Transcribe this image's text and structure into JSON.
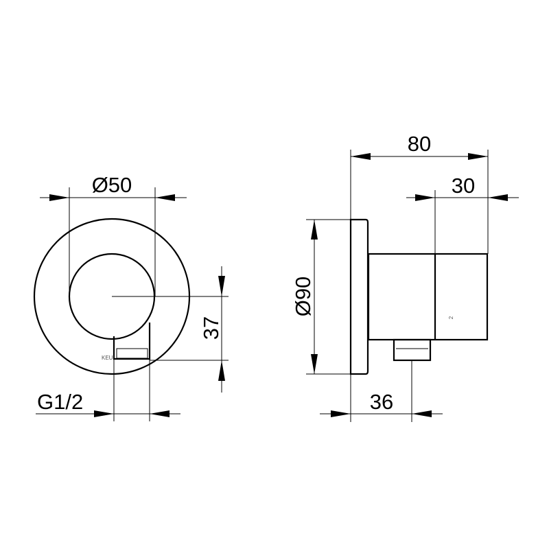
{
  "front_view": {
    "dim_diameter_inner": "Ø50",
    "dim_outlet_offset": "37",
    "dim_thread": "G1/2",
    "marking": "KEU"
  },
  "side_view": {
    "dim_total_depth": "80",
    "dim_cap_depth": "30",
    "dim_diameter_rosette": "Ø90",
    "dim_outlet_position": "36",
    "marking": "2"
  }
}
